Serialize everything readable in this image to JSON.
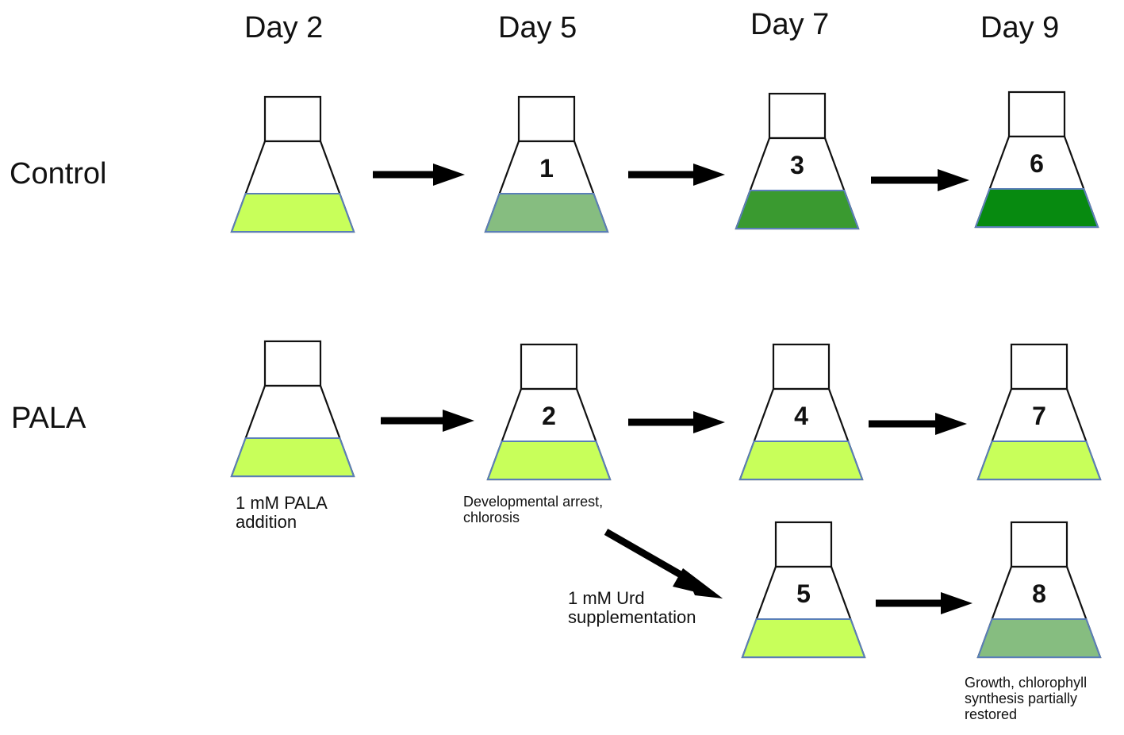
{
  "days": [
    "Day 2",
    "Day 5",
    "Day 7",
    "Day 9"
  ],
  "rows": {
    "control": "Control",
    "pala": "PALA"
  },
  "colors": {
    "light_green": "#c8ff5a",
    "pale_green": "#86bd80",
    "mid_green": "#3a9a30",
    "dark_green": "#078a10",
    "liquid_line": "#5a7fb8",
    "arrow": "#000000"
  },
  "flasks": [
    {
      "id": "control-day2",
      "number": "",
      "fill": "light_green"
    },
    {
      "id": "control-day5",
      "number": "1",
      "fill": "pale_green"
    },
    {
      "id": "control-day7",
      "number": "3",
      "fill": "mid_green"
    },
    {
      "id": "control-day9",
      "number": "6",
      "fill": "dark_green"
    },
    {
      "id": "pala-day2",
      "number": "",
      "fill": "light_green"
    },
    {
      "id": "pala-day5",
      "number": "2",
      "fill": "light_green"
    },
    {
      "id": "pala-day7",
      "number": "4",
      "fill": "light_green"
    },
    {
      "id": "pala-day9",
      "number": "7",
      "fill": "light_green"
    },
    {
      "id": "urd-day7",
      "number": "5",
      "fill": "light_green"
    },
    {
      "id": "urd-day9",
      "number": "8",
      "fill": "pale_green"
    }
  ],
  "annotations": {
    "pala_addition": "1 mM PALA addition",
    "arrest": "Developmental arrest, chlorosis",
    "urd": "1 mM Urd supplementation",
    "growth": "Growth, chlorophyll synthesis partially restored"
  }
}
